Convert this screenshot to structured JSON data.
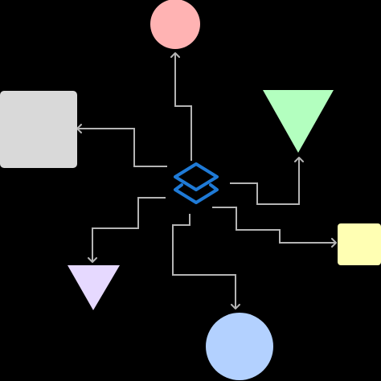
{
  "background_color": "#000000",
  "connector_color": "#b4b4b4",
  "hub": {
    "icon": "layers-stack-icon",
    "color": "#1f7ad6"
  },
  "nodes": [
    {
      "id": "top-circle",
      "shape": "circle",
      "color": "#ffb3b3"
    },
    {
      "id": "left-square",
      "shape": "rounded-rect",
      "color": "#d9d9d9"
    },
    {
      "id": "right-triangle",
      "shape": "triangle-down",
      "color": "#b3ffbf"
    },
    {
      "id": "right-square",
      "shape": "rounded-rect",
      "color": "#ffffb3"
    },
    {
      "id": "left-triangle",
      "shape": "triangle-down",
      "color": "#e6d9ff"
    },
    {
      "id": "bottom-circle",
      "shape": "circle",
      "color": "#b3d1ff"
    }
  ],
  "connectors": [
    {
      "id": "to-top-circle",
      "from": "hub",
      "to": "top-circle"
    },
    {
      "id": "to-left-square",
      "from": "hub",
      "to": "left-square"
    },
    {
      "id": "to-right-triangle",
      "from": "hub",
      "to": "right-triangle"
    },
    {
      "id": "to-right-square",
      "from": "hub",
      "to": "right-square"
    },
    {
      "id": "to-left-triangle",
      "from": "hub",
      "to": "left-triangle"
    },
    {
      "id": "to-bottom-circle",
      "from": "hub",
      "to": "bottom-circle"
    }
  ]
}
